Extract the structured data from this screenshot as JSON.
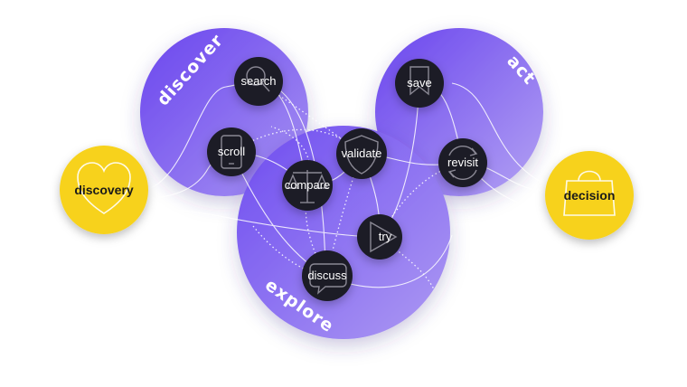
{
  "regions": {
    "discover": "discover",
    "explore": "explore",
    "act": "act"
  },
  "endpoints": {
    "start": {
      "label": "discovery",
      "icon": "heart-icon"
    },
    "end": {
      "label": "decision",
      "icon": "shopping-bag-icon"
    }
  },
  "steps": {
    "search": {
      "label": "search",
      "icon": "magnifier-icon"
    },
    "scroll": {
      "label": "scroll",
      "icon": "phone-icon"
    },
    "compare": {
      "label": "compare",
      "icon": "scale-icon"
    },
    "validate": {
      "label": "validate",
      "icon": "shield-icon"
    },
    "try": {
      "label": "try",
      "icon": "play-icon"
    },
    "discuss": {
      "label": "discuss",
      "icon": "speech-bubble-icon"
    },
    "save": {
      "label": "save",
      "icon": "bookmark-icon"
    },
    "revisit": {
      "label": "revisit",
      "icon": "refresh-icon"
    }
  },
  "colors": {
    "purple_dark": "#6c4af0",
    "purple_light": "#a48cf4",
    "node_fill": "#1c1a26",
    "endpoint_fill": "#f7d21a",
    "line": "#ffffff"
  }
}
